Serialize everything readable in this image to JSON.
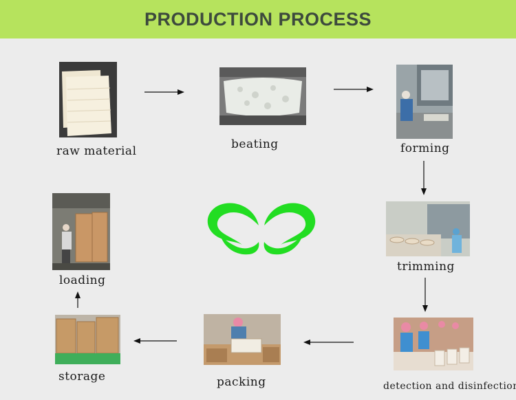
{
  "title": "PRODUCTION PROCESS",
  "steps": {
    "raw_material": "raw material",
    "beating": "beating",
    "forming": "forming",
    "trimming": "trimming",
    "detection": "detection and disinfection",
    "packing": "packing",
    "storage": "storage",
    "loading": "loading"
  },
  "colors": {
    "banner": "#b6e35d",
    "logo": "#22dd22",
    "background": "#ececec"
  }
}
